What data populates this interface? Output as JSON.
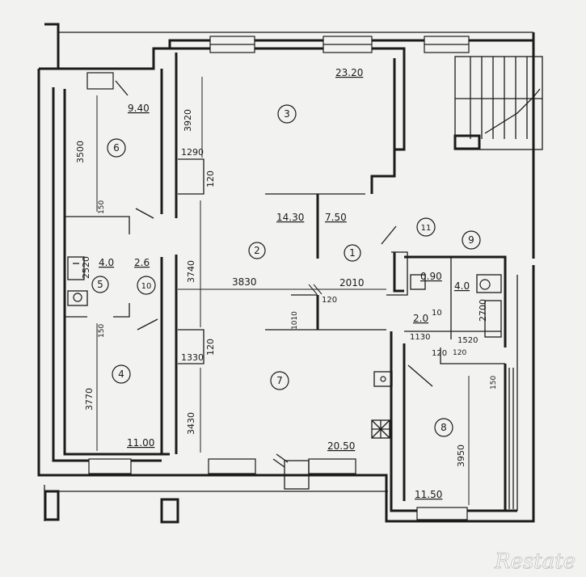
{
  "rooms": [
    {
      "n": "1",
      "area": "",
      "key": "r1"
    },
    {
      "n": "2",
      "area": "14.30",
      "key": "r2"
    },
    {
      "n": "3",
      "area": "23.20",
      "key": "r3"
    },
    {
      "n": "4",
      "area": "11.00",
      "key": "r4"
    },
    {
      "n": "5",
      "area": "4.0",
      "key": "r5"
    },
    {
      "n": "6",
      "area": "9.40",
      "key": "r6"
    },
    {
      "n": "7",
      "area": "20.50",
      "key": "r7"
    },
    {
      "n": "8",
      "area": "11.50",
      "key": "r8"
    },
    {
      "n": "9",
      "area": "4.0",
      "key": "r9"
    },
    {
      "n": "10",
      "area": "2.6",
      "key": "r10"
    },
    {
      "n": "11",
      "area": "0.90",
      "key": "r11"
    }
  ],
  "extra_labels": {
    "corridor_area": "7.50",
    "hall_area": "2.0"
  },
  "dimensions": {
    "d3920": "3920",
    "d1290": "1290",
    "d120a": "120",
    "d3500": "3500",
    "d150a": "150",
    "d3740": "3740",
    "d2520": "2520",
    "d3830": "3830",
    "d2010": "2010",
    "d120b": "120",
    "d1010": "1010",
    "d150b": "150",
    "d1330": "1330",
    "d120c": "120",
    "d3770": "3770",
    "d3430": "3430",
    "d1130": "1130",
    "d1520": "1520",
    "d120d": "120",
    "d120e": "120",
    "d2700": "2700",
    "d150c": "150",
    "d3950": "3950",
    "d10": "10"
  },
  "watermark": "Restate"
}
